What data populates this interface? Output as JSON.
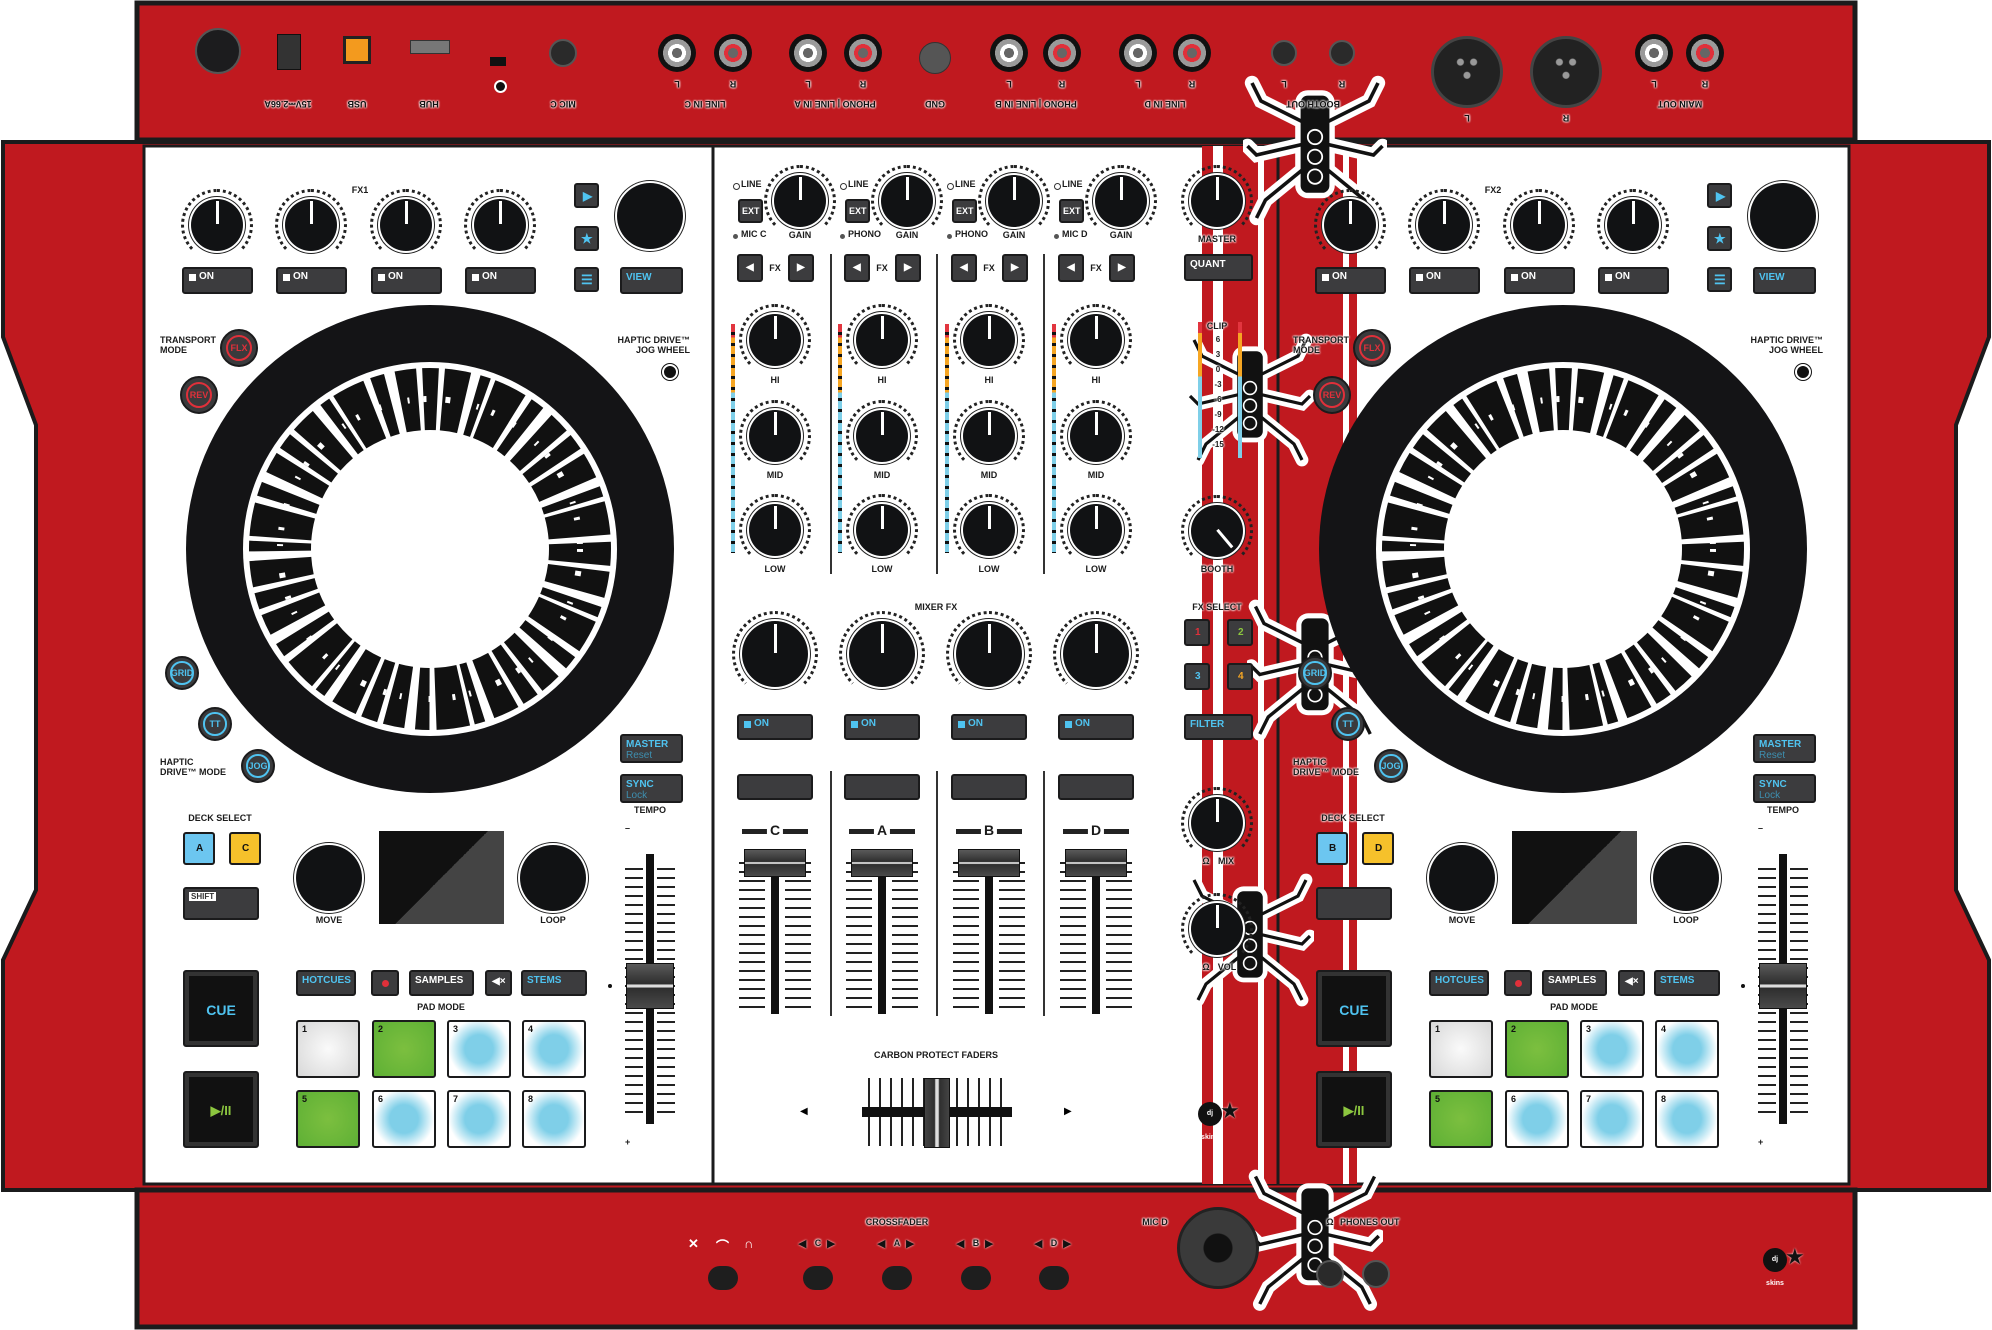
{
  "colors": {
    "red": "#c0191f",
    "accent_blue": "#4fc3f0",
    "pad_green": "#6cbb3c",
    "pad_blue": "#7fcfe8",
    "deck_yellow": "#f6c12b",
    "button_dark": "#3c3c3e",
    "play_green": "#8cc63f"
  },
  "top_panel": {
    "power": "15V⎓2.66A",
    "usb": "USB",
    "hub": "HUB",
    "mic_c": "MIC C",
    "line_in_c": "LINE IN C",
    "phono_line_in_a": "PHONO | LINE IN A",
    "gnd": "GND",
    "phono_line_in_b": "PHONO | LINE IN B",
    "line_in_d": "LINE IN D",
    "booth_out": "BOOTH OUT",
    "main_out": "MAIN OUT",
    "left": "L",
    "right": "R"
  },
  "left_deck": {
    "fx_label": "FX1",
    "on": "ON",
    "view": "VIEW",
    "transport_mode": "TRANSPORT MODE",
    "flx": "FLX",
    "rev": "REV",
    "haptic_jog": "HAPTIC DRIVE™ JOG WHEEL",
    "grid": "GRID",
    "tt": "TT",
    "jog": "JOG",
    "haptic_mode": "HAPTIC DRIVE™ MODE",
    "master": "MASTER",
    "reset": "Reset",
    "sync": "SYNC",
    "lock": "Lock",
    "tempo": "TEMPO",
    "tempo_minus": "–",
    "tempo_plus": "+",
    "deck_select": "DECK SELECT",
    "deck_1": "A",
    "deck_2": "C",
    "shift": "SHIFT",
    "move": "MOVE",
    "loop": "LOOP",
    "cue": "CUE",
    "play": "▶/II",
    "hotcues": "HOTCUES",
    "samples": "SAMPLES",
    "stems": "STEMS",
    "pad_mode": "PAD MODE",
    "pads": [
      {
        "n": "1",
        "color": "#ececec"
      },
      {
        "n": "2",
        "color": "#6cbb3c"
      },
      {
        "n": "3",
        "color": "#7fcfe8"
      },
      {
        "n": "4",
        "color": "#7fcfe8"
      },
      {
        "n": "5",
        "color": "#6cbb3c"
      },
      {
        "n": "6",
        "color": "#7fcfe8"
      },
      {
        "n": "7",
        "color": "#7fcfe8"
      },
      {
        "n": "8",
        "color": "#7fcfe8"
      }
    ]
  },
  "right_deck": {
    "fx_label": "FX2",
    "on": "ON",
    "view": "VIEW",
    "transport_mode": "TRANSPORT MODE",
    "flx": "FLX",
    "rev": "REV",
    "haptic_jog": "HAPTIC DRIVE™ JOG WHEEL",
    "grid": "GRID",
    "tt": "TT",
    "jog": "JOG",
    "haptic_mode": "HAPTIC DRIVE™ MODE",
    "master": "MASTER",
    "reset": "Reset",
    "sync": "SYNC",
    "lock": "Lock",
    "tempo": "TEMPO",
    "tempo_minus": "–",
    "tempo_plus": "+",
    "deck_select": "DECK SELECT",
    "deck_1": "B",
    "deck_2": "D",
    "shift": "",
    "move": "MOVE",
    "loop": "LOOP",
    "cue": "CUE",
    "play": "▶/II",
    "hotcues": "HOTCUES",
    "samples": "SAMPLES",
    "stems": "STEMS",
    "pad_mode": "PAD MODE",
    "pads": [
      {
        "n": "1",
        "color": "#ececec"
      },
      {
        "n": "2",
        "color": "#6cbb3c"
      },
      {
        "n": "3",
        "color": "#7fcfe8"
      },
      {
        "n": "4",
        "color": "#7fcfe8"
      },
      {
        "n": "5",
        "color": "#6cbb3c"
      },
      {
        "n": "6",
        "color": "#7fcfe8"
      },
      {
        "n": "7",
        "color": "#7fcfe8"
      },
      {
        "n": "8",
        "color": "#7fcfe8"
      }
    ]
  },
  "mixer": {
    "ext": "EXT",
    "gain": "GAIN",
    "fx": "FX",
    "hi": "HI",
    "mid": "MID",
    "low": "LOW",
    "mixer_fx": "MIXER FX",
    "on": "ON",
    "carbon": "CARBON PROTECT FADERS",
    "channels": [
      {
        "input_top": "LINE",
        "input_bottom": "MIC C",
        "letter": "C"
      },
      {
        "input_top": "LINE",
        "input_bottom": "PHONO",
        "letter": "A"
      },
      {
        "input_top": "LINE",
        "input_bottom": "PHONO",
        "letter": "B"
      },
      {
        "input_top": "LINE",
        "input_bottom": "MIC D",
        "letter": "D"
      }
    ]
  },
  "center": {
    "master": "MASTER",
    "quant": "QUANT",
    "clip": "CLIP",
    "meter_scale": [
      "6",
      "3",
      "0",
      "-3",
      "-6",
      "-9",
      "-12",
      "-15"
    ],
    "booth": "BOOTH",
    "fx_select": "FX SELECT",
    "fx_buttons": [
      {
        "label": "1",
        "color": "#e0303a"
      },
      {
        "label": "2",
        "color": "#8cc63f"
      },
      {
        "label": "3",
        "color": "#4fc3f0"
      },
      {
        "label": "4",
        "color": "#f6a623"
      }
    ],
    "filter": "FILTER",
    "mix": "MIX",
    "vol": "VOL",
    "headphones_icon": "Ω"
  },
  "bottom_panel": {
    "crossfader": "CROSSFADER",
    "assign": [
      "C",
      "A",
      "B",
      "D"
    ],
    "mic_d": "MIC D",
    "phones_out": "PHONES OUT",
    "headphones_icon": "Ω"
  },
  "logo": {
    "text": "dj skins"
  }
}
